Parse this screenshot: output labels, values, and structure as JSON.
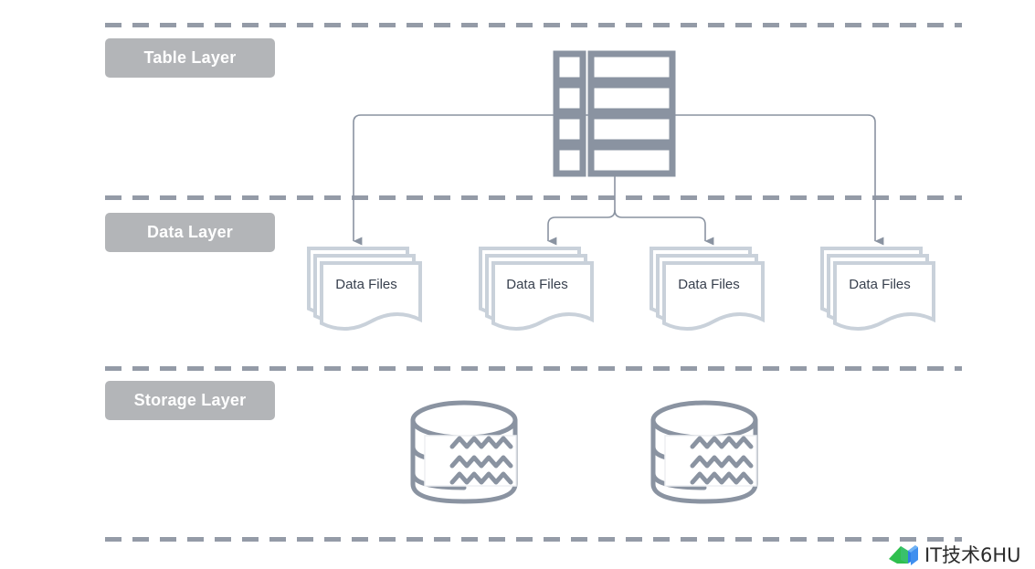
{
  "diagram": {
    "title": "Layered data architecture diagram",
    "colors": {
      "divider": "#949BA7",
      "label_box": "#B3B5B8",
      "label_text": "#FFFFFF",
      "icon_stroke": "#8A93A1",
      "file_stroke": "#C9D1DA",
      "file_fill": "#FFFFFF",
      "connector": "#8A93A1",
      "data_file_text": "#38404E"
    },
    "layers": [
      {
        "id": "table-layer",
        "label": "Table Layer"
      },
      {
        "id": "data-layer",
        "label": "Data Layer"
      },
      {
        "id": "storage-layer",
        "label": "Storage Layer"
      }
    ],
    "table_node": {
      "icon": "table-rows-icon",
      "rows": 4
    },
    "data_files": [
      {
        "label": "Data Files",
        "icon": "file-stack-icon"
      },
      {
        "label": "Data Files",
        "icon": "file-stack-icon"
      },
      {
        "label": "Data Files",
        "icon": "file-stack-icon"
      },
      {
        "label": "Data Files",
        "icon": "file-stack-icon"
      }
    ],
    "storage_nodes": [
      {
        "icon": "database-cylinder-icon"
      },
      {
        "icon": "database-cylinder-icon"
      }
    ]
  },
  "watermark": {
    "text": "IT技术6HU",
    "logo": "book-logo-icon"
  }
}
